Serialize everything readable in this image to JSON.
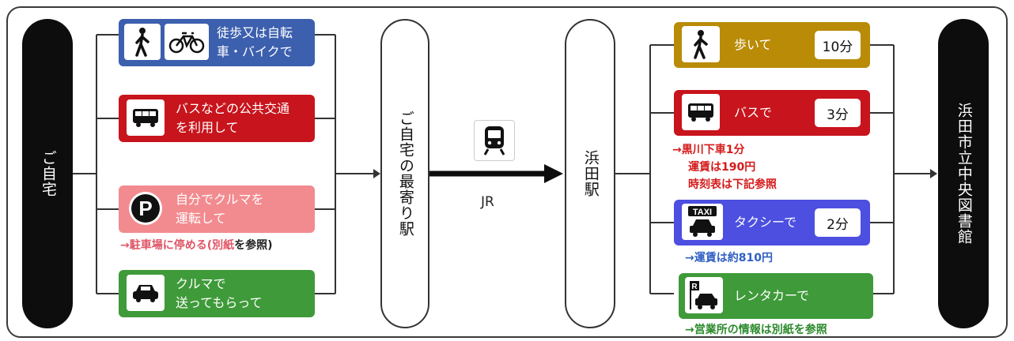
{
  "nodes": {
    "home": "ご自宅",
    "nearest_station": "ご自宅の最寄り駅",
    "hamada_station": "浜田駅",
    "library": "浜田市立中央図書館"
  },
  "train": {
    "label": "JR"
  },
  "left_options": [
    {
      "label": "徒歩又は自転\n車・バイクで",
      "color": "#3c5fae"
    },
    {
      "label": "バスなどの公共交通\nを利用して",
      "color": "#c8141c"
    },
    {
      "label": "自分でクルマを\n運転して",
      "color": "#f28b8f"
    },
    {
      "label": "クルマで\n送ってもらって",
      "color": "#3f9a3a"
    }
  ],
  "parking_note": {
    "prefix": "→駐車場に停める(",
    "highlight": "別紙",
    "suffix": "を参照)"
  },
  "right_options": [
    {
      "label": "歩いて",
      "time": "10分",
      "color": "#b98b06"
    },
    {
      "label": "バスで",
      "time": "3分",
      "color": "#c8141c"
    },
    {
      "label": "タクシーで",
      "time": "2分",
      "color": "#4c4fe0"
    },
    {
      "label": "レンタカーで",
      "time": "",
      "color": "#3f9a3a"
    }
  ],
  "bus_notes": [
    "→黒川下車1分",
    "運賃は190円",
    "時刻表は下記参照"
  ],
  "taxi_note": "→運賃は約810円",
  "rental_note": "→営業所の情報は別紙を参照",
  "icons": {
    "taxi_sign": "TAXI",
    "parking": "P",
    "rental": "R"
  }
}
